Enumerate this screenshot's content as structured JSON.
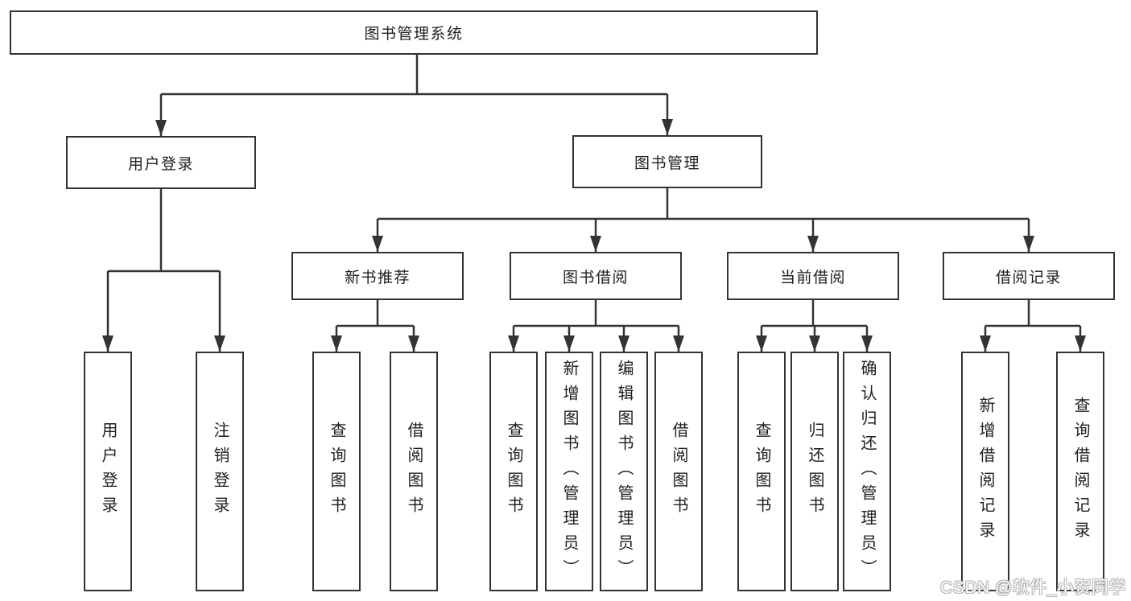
{
  "diagram": {
    "root": {
      "label": "图书管理系统"
    },
    "branches": [
      {
        "label": "用户登录",
        "children": [
          {
            "label": "用户登录"
          },
          {
            "label": "注销登录"
          }
        ]
      },
      {
        "label": "图书管理",
        "children": [
          {
            "label": "新书推荐",
            "children": [
              {
                "label": "查询图书"
              },
              {
                "label": "借阅图书"
              }
            ]
          },
          {
            "label": "图书借阅",
            "children": [
              {
                "label": "查询图书"
              },
              {
                "label": "新增图书（管理员）"
              },
              {
                "label": "编辑图书（管理员）"
              },
              {
                "label": "借阅图书"
              }
            ]
          },
          {
            "label": "当前借阅",
            "children": [
              {
                "label": "查询图书"
              },
              {
                "label": "归还图书"
              },
              {
                "label": "确认归还（管理员）"
              }
            ]
          },
          {
            "label": "借阅记录",
            "children": [
              {
                "label": "新增借阅记录"
              },
              {
                "label": "查询借阅记录"
              }
            ]
          }
        ]
      }
    ]
  },
  "watermark": {
    "text": "CSDN @软件_小贺同学"
  },
  "colors": {
    "line": "#333333",
    "box_border": "#333333",
    "text": "#1f1f1f",
    "background": "#ffffff",
    "watermark_fill": "#fdfdfd",
    "watermark_outline": "#b5b5b5"
  }
}
